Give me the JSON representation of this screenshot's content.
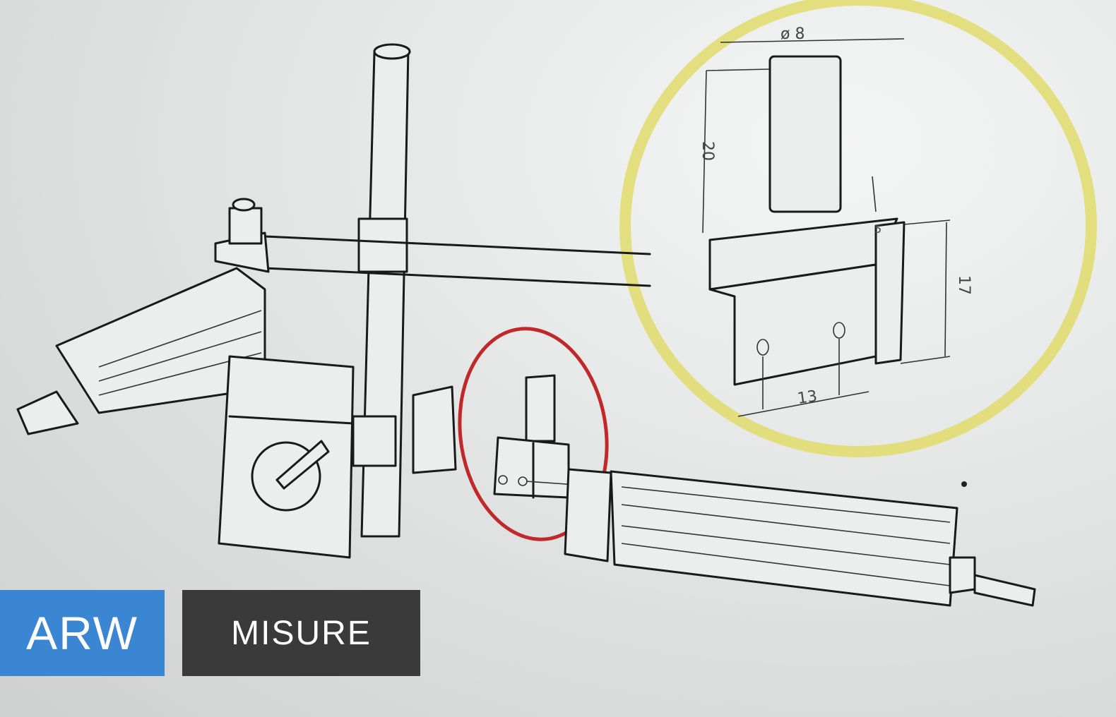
{
  "drawing": {
    "dimensions": {
      "diameter": "ø 8",
      "height": "20",
      "side": "17",
      "hole_spacing": "13",
      "offset": "5"
    },
    "highlight_colors": {
      "circle": "#c0282a",
      "detail_glow": "#e0dc6a"
    }
  },
  "logo": {
    "left": "ARW",
    "right": "MISURE",
    "blue": "#3b86d2",
    "dark": "#3a3a3a"
  }
}
